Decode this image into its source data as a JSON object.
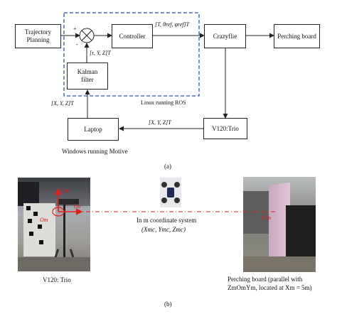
{
  "diagram_a": {
    "blocks": {
      "trajectory": "Trajectory\nPlanning",
      "controller": "Controller",
      "crazyflie": "Crazyflie",
      "perching": "Perching board",
      "kalman": "Kalman\nfilter",
      "laptop": "Laptop",
      "v120": "V120:Trio"
    },
    "signs": {
      "plus": "+",
      "minus": "-"
    },
    "signals": {
      "controller_out": "[T, θref, φref]T",
      "kalman_out": "[τ, Y, Z]T",
      "laptop_to_kalman": "[X, Y, Z]T",
      "v120_to_laptop": "[X, Y, Z]T"
    },
    "region_label": "Linux running ROS",
    "laptop_caption": "Windows running Motive",
    "panel_label": "(a)"
  },
  "diagram_b": {
    "center_text_1": "In m coordinate system",
    "center_text_2": "(Xmc, Ymc, Zmc)",
    "left_caption": "V120: Trio",
    "right_caption_1": "Perching board (parallel with",
    "right_caption_2": "ZmOmYm, located at Xm = 5m)",
    "left_labels": {
      "z": "Zm",
      "y": "Ym",
      "o": "Om"
    },
    "right_label": "O'm",
    "panel_label": "(b)"
  },
  "colors": {
    "ros_region": "#2b57a8",
    "axis_red": "#e0201a",
    "line": "#222222"
  }
}
